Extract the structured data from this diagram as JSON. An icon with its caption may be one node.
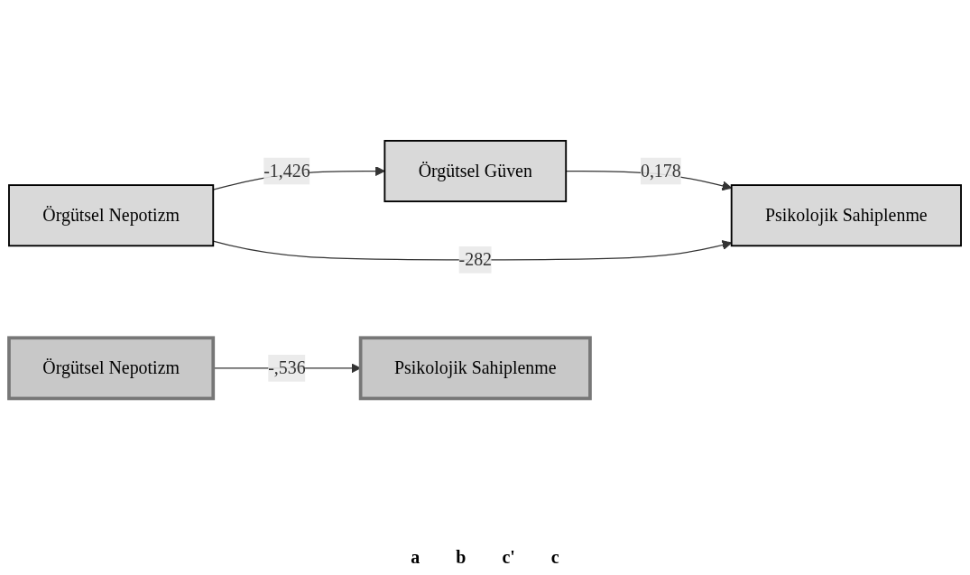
{
  "diagram": {
    "nodes": [
      {
        "text": [
          "Örgütsel Nepotizm"
        ]
      },
      {
        "text": [
          "Örgütsel Güven"
        ]
      },
      {
        "text": [
          "Psikolojik Sahiplenme"
        ]
      },
      {
        "text": [
          "Örgütsel Nepotizm"
        ]
      },
      {
        "text": [
          "Psikolojik Sahiplenme"
        ]
      }
    ],
    "edges": [
      {
        "from": 0,
        "to": 1,
        "arrow": "to",
        "label": "-1,426"
      },
      {
        "from": 1,
        "to": 2,
        "arrow": "to",
        "label": "0,178"
      },
      {
        "from": 0,
        "to": 2,
        "arrow": "to",
        "label": "-282"
      },
      {
        "from": 3,
        "to": 4,
        "arrow": "to",
        "label": "-,536"
      }
    ],
    "labels": [
      "a",
      "b",
      "c'",
      "c"
    ]
  }
}
